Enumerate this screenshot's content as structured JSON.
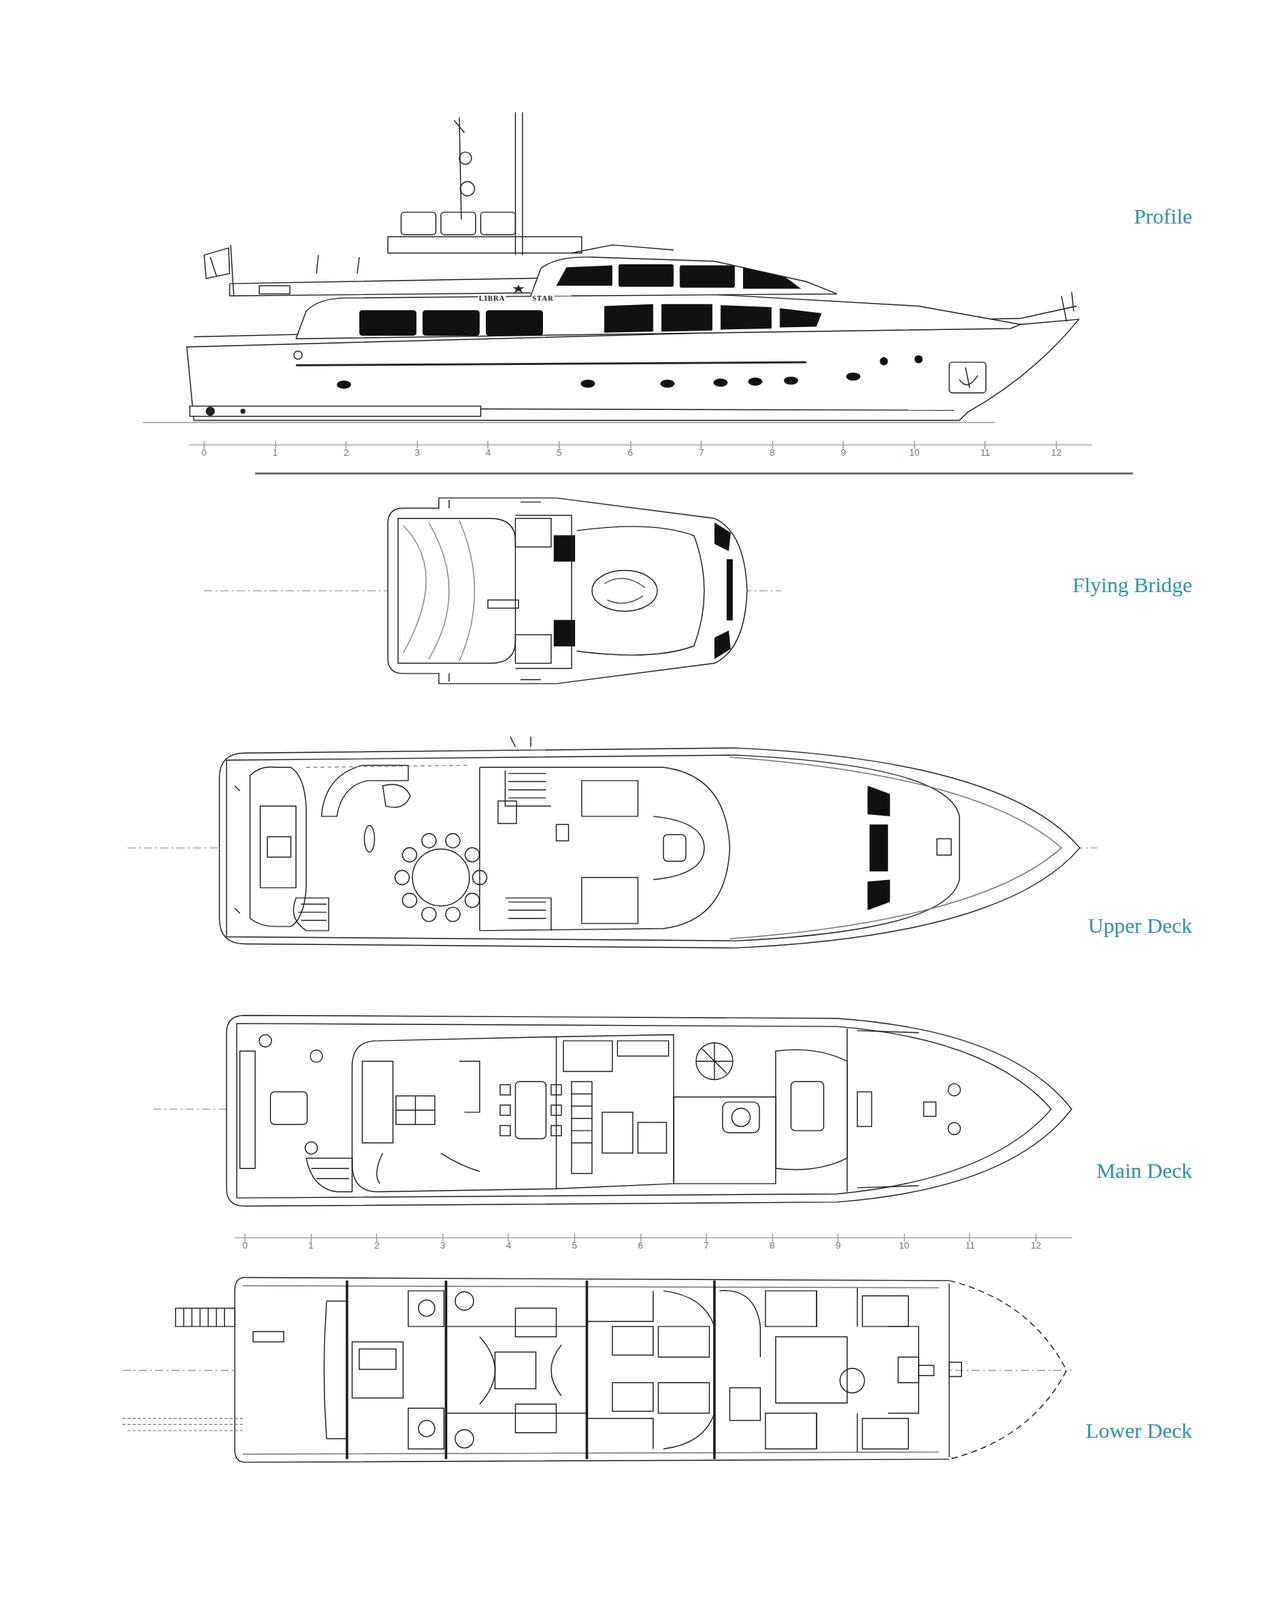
{
  "diagram": {
    "labels": [
      "Profile",
      "Flying Bridge",
      "Upper Deck",
      "Main Deck",
      "Lower Deck",
      "LIBRA",
      "STAR",
      "0",
      "1",
      "2",
      "3",
      "4",
      "5",
      "6",
      "7",
      "8",
      "9",
      "10",
      "11",
      "12",
      "0",
      "1",
      "2",
      "3",
      "4",
      "5",
      "6",
      "7",
      "8",
      "9",
      "10",
      "11",
      "12"
    ]
  }
}
